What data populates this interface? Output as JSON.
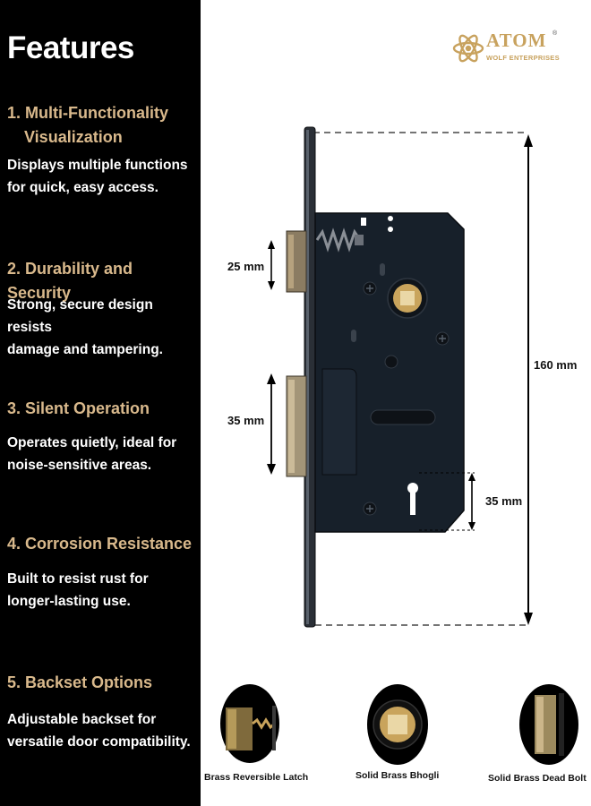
{
  "features_title": "Features",
  "features": [
    {
      "heading": "1. Multi-Functionality",
      "heading_cont": "Visualization",
      "description": [
        "Displays multiple functions",
        "for quick, easy access."
      ]
    },
    {
      "heading": "2. Durability and Security",
      "description": [
        "Strong, secure design resists",
        "damage and tampering."
      ]
    },
    {
      "heading": "3. Silent Operation",
      "description": [
        "Operates quietly, ideal for",
        "noise-sensitive areas."
      ]
    },
    {
      "heading": "4. Corrosion Resistance",
      "description": [
        "Built to resist rust for",
        "longer-lasting use."
      ]
    },
    {
      "heading": "5. Backset Options",
      "description": [
        "Adjustable backset for",
        "versatile door compatibility."
      ]
    }
  ],
  "logo": {
    "name": "ATOM",
    "registered": "®",
    "subtitle": "WOLF ENTERPRISES"
  },
  "dimensions": {
    "latch": "25 mm",
    "dead_bolt": "35 mm",
    "backset": "35 mm",
    "height": "160 mm"
  },
  "detail_captions": [
    "Brass Reversible Latch",
    "Solid Brass Bhogli",
    "Solid Brass Dead Bolt"
  ],
  "colors": {
    "panel": "#000000",
    "heading_accent": "#d9b98c",
    "lock_body": "#17202a",
    "brass": "#c9a45c"
  }
}
